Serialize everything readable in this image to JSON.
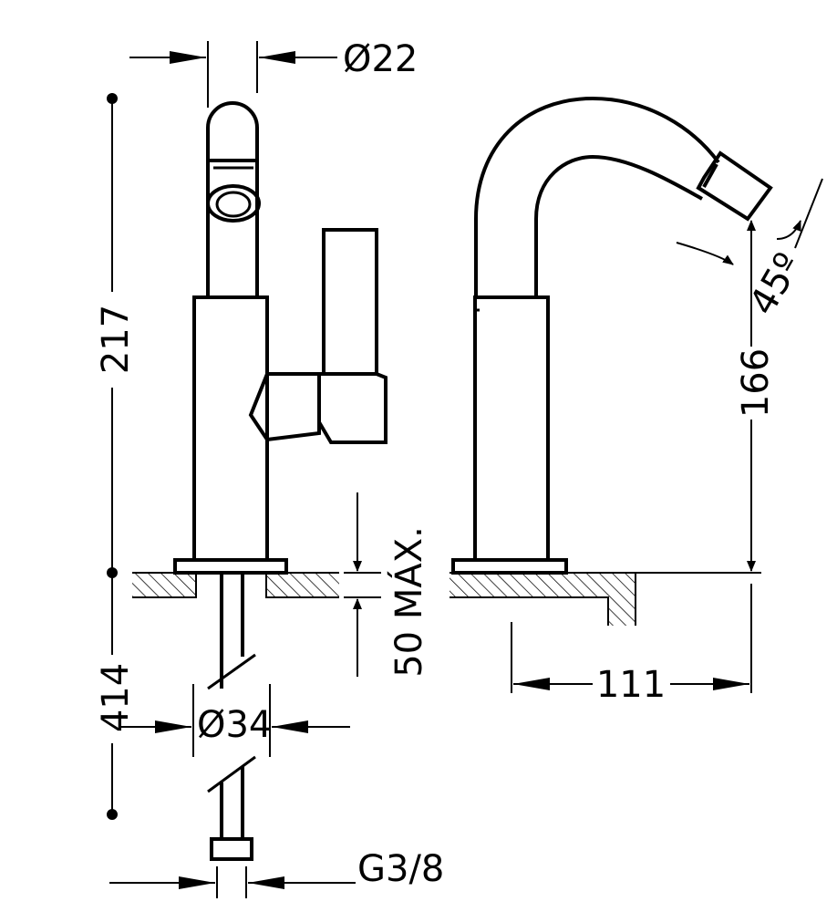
{
  "dimensions": {
    "spout_diameter": "Ø22",
    "total_height": "217",
    "hose_length": "414",
    "hose_diameter": "Ø34",
    "max_counter_thickness": "50 MÁX.",
    "connection_thread": "G3/8",
    "spout_height": "166",
    "spout_reach": "111",
    "swivel_angle": "45º"
  }
}
